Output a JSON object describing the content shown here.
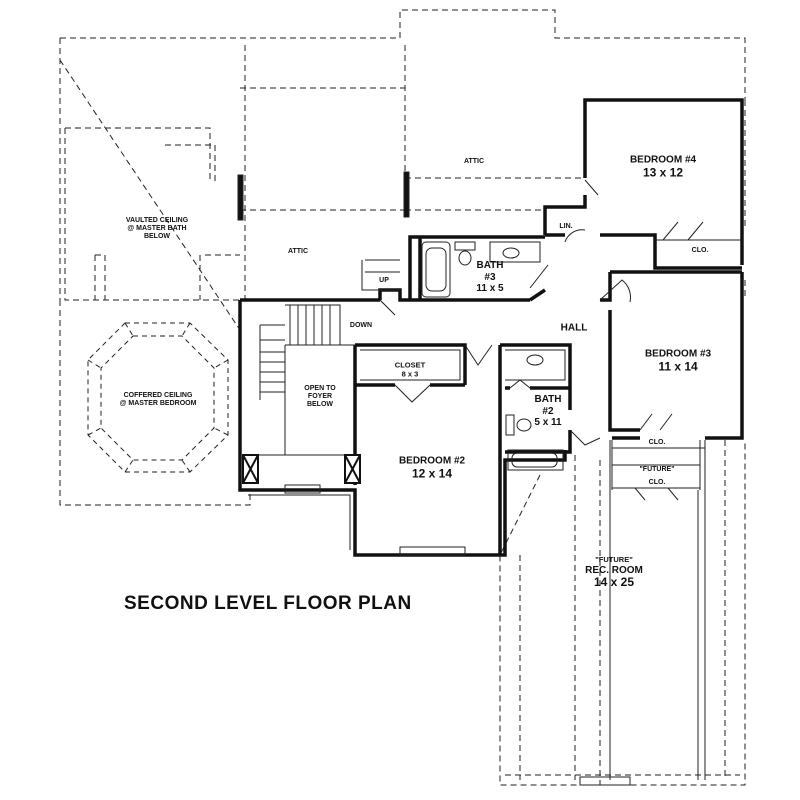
{
  "title": "SECOND LEVEL FLOOR PLAN",
  "rooms": {
    "bedroom4": {
      "name": "BEDROOM #4",
      "dims": "13 x 12"
    },
    "bedroom3": {
      "name": "BEDROOM #3",
      "dims": "11 x 14"
    },
    "bedroom2": {
      "name": "BEDROOM #2",
      "dims": "12 x 14"
    },
    "bath3": {
      "name": "BATH",
      "num": "#3",
      "dims": "11 x 5"
    },
    "bath2": {
      "name": "BATH",
      "num": "#2",
      "dims": "5 x 11"
    },
    "closet": {
      "name": "CLOSET",
      "dims": "8 x 3"
    },
    "rec_room": {
      "tag": "\"FUTURE\"",
      "name": "REC. ROOM",
      "dims": "14 x 25"
    },
    "hall": "HALL",
    "lin": "LIN.",
    "attic_top": "ATTIC",
    "attic_left": "ATTIC",
    "clo_bed4": "CLO.",
    "clo_bed3": "CLO.",
    "clo_future": "CLO.",
    "future_tag": "\"FUTURE\"",
    "up": "UP",
    "down": "DOWN",
    "open_foyer": [
      "OPEN TO",
      "FOYER",
      "BELOW"
    ],
    "vaulted": [
      "VAULTED CEILING",
      "@ MASTER BATH",
      "BELOW"
    ],
    "coffered": [
      "COFFERED CEILING",
      "@ MASTER BEDROOM"
    ]
  }
}
